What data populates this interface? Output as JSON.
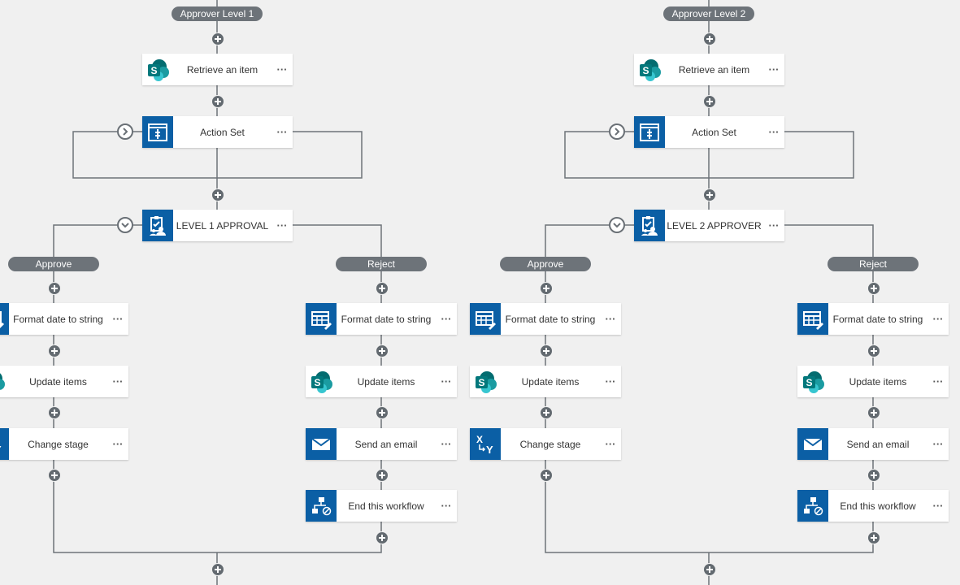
{
  "approver1": {
    "title": "Approver Level 1",
    "retrieve": "Retrieve an item",
    "action_set": "Action Set",
    "approval": "LEVEL 1 APPROVAL",
    "approve_label": "Approve",
    "reject_label": "Reject",
    "approve_steps": [
      "Format date to string",
      "Update items",
      "Change stage"
    ],
    "reject_steps": [
      "Format date to string",
      "Update items",
      "Send an email",
      "End this workflow"
    ]
  },
  "approver2": {
    "title": "Approver Level 2",
    "retrieve": "Retrieve an item",
    "action_set": "Action Set",
    "approval": "LEVEL 2 APPROVER",
    "approve_label": "Approve",
    "reject_label": "Reject",
    "approve_steps": [
      "Format date to string",
      "Update items",
      "Change stage"
    ],
    "reject_steps": [
      "Format date to string",
      "Update items",
      "Send an email",
      "End this workflow"
    ]
  },
  "more_label": "···",
  "colors": {
    "brand_blue": "#0b5fa5",
    "sharepoint_teal": "#038387",
    "connector": "#6d7379",
    "canvas": "#f0f0f0"
  },
  "icons": [
    "sharepoint-icon",
    "action-set-icon",
    "approval-icon",
    "format-date-icon",
    "change-stage-icon",
    "email-icon",
    "end-workflow-icon"
  ]
}
